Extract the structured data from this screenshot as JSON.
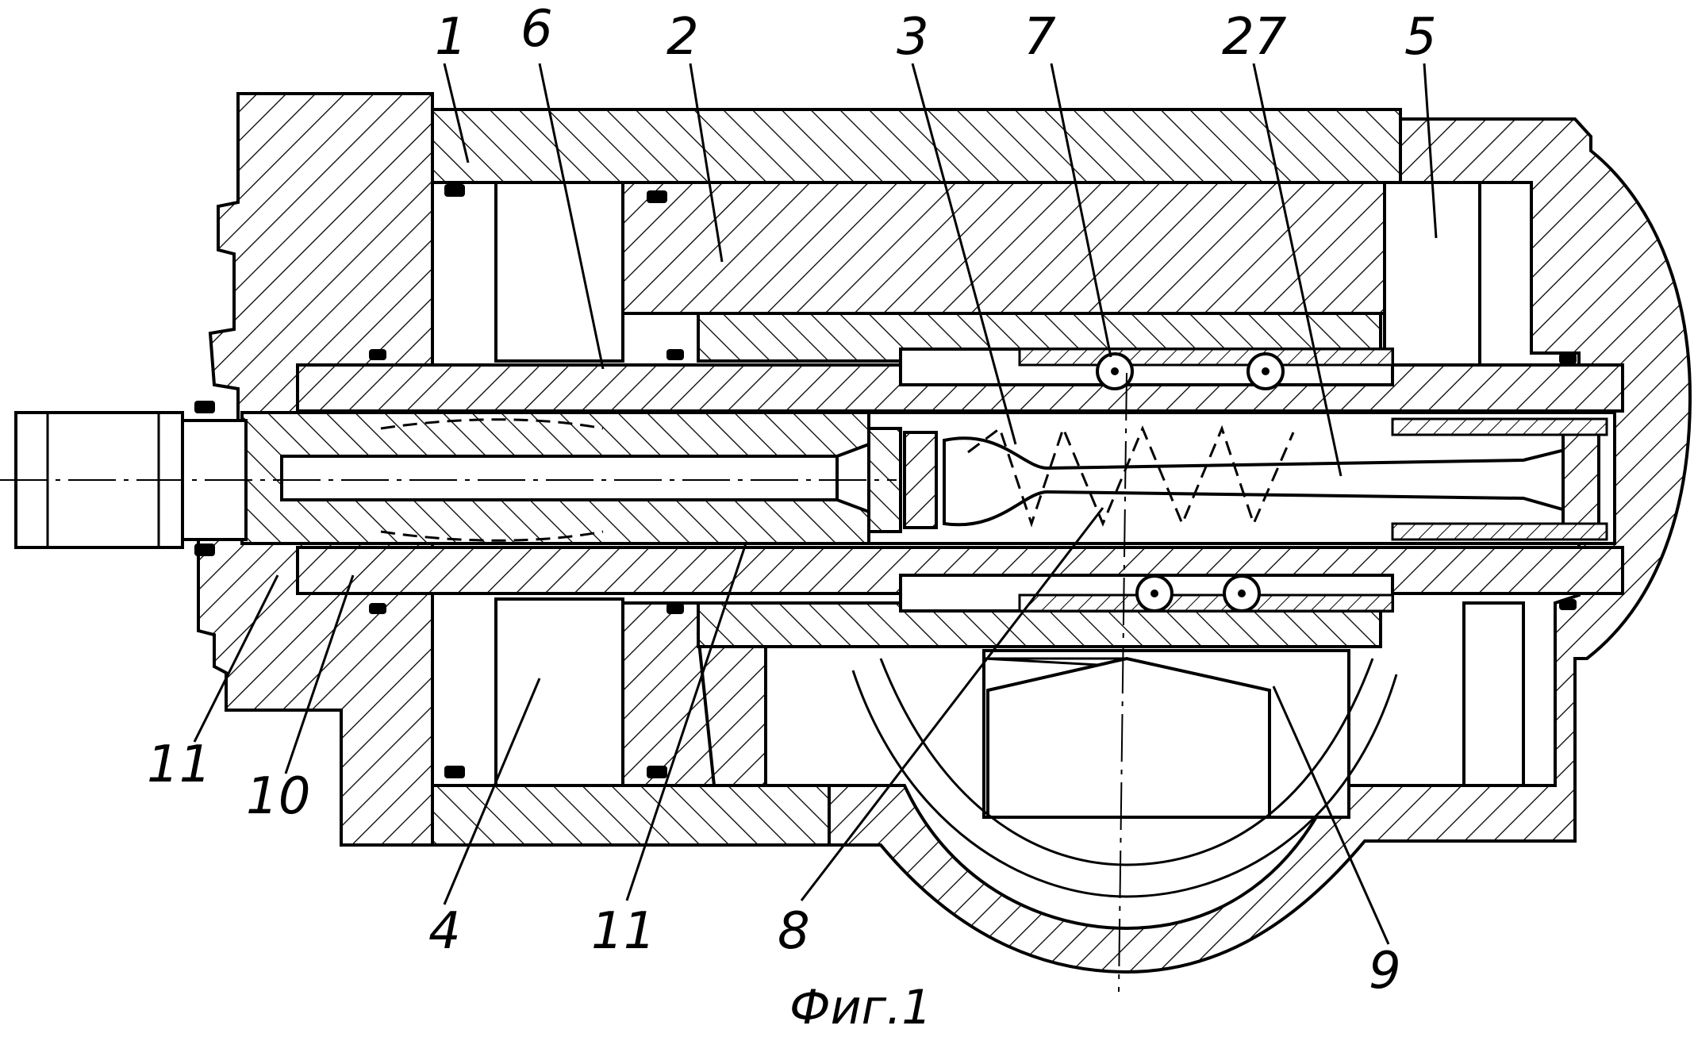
{
  "figure": {
    "caption": "Фиг.1",
    "callouts": [
      {
        "id": "c1",
        "label": "1"
      },
      {
        "id": "c6",
        "label": "6"
      },
      {
        "id": "c2",
        "label": "2"
      },
      {
        "id": "c3",
        "label": "3"
      },
      {
        "id": "c7",
        "label": "7"
      },
      {
        "id": "c27",
        "label": "27"
      },
      {
        "id": "c5",
        "label": "5"
      },
      {
        "id": "c11a",
        "label": "11"
      },
      {
        "id": "c10",
        "label": "10"
      },
      {
        "id": "c4",
        "label": "4"
      },
      {
        "id": "c11b",
        "label": "11"
      },
      {
        "id": "c8",
        "label": "8"
      },
      {
        "id": "c9",
        "label": "9"
      }
    ]
  }
}
